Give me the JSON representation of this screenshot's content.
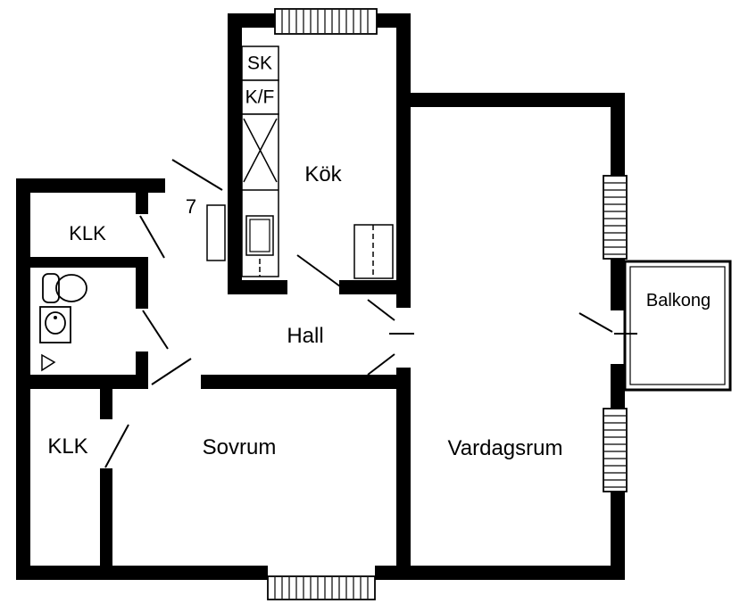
{
  "colors": {
    "walls": "#000000",
    "background": "#ffffff"
  },
  "labels": {
    "sk": "SK",
    "kf": "K/F",
    "kok": "Kök",
    "apartment_number": "7",
    "klk_upper": "KLK",
    "hall": "Hall",
    "balkong": "Balkong",
    "klk_lower": "KLK",
    "sovrum": "Sovrum",
    "vardagsrum": "Vardagsrum"
  }
}
